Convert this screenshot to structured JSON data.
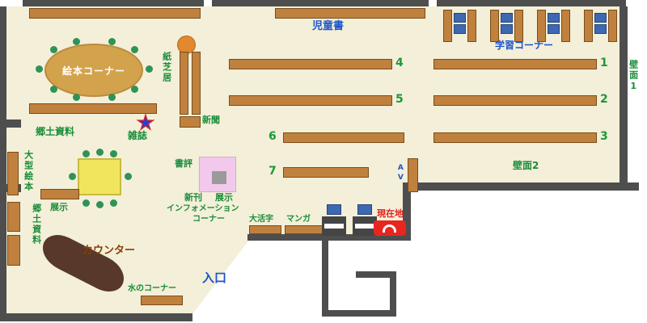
{
  "map": {
    "colors": {
      "floor": "#f3efd8",
      "wall": "#4e4e4e",
      "shelf_brown": "#c0813f",
      "label_green": "#1a8c3a",
      "label_blue": "#1c55cc",
      "label_red": "#e02020",
      "counter_brown": "#58382a",
      "counter_label": "#8a3d00",
      "chair_blue": "#3d68b2",
      "table_yellow": "#f2e55e",
      "display_pink": "#f2c9ec",
      "seat_dot_green": "#2f9355",
      "stool_orange": "#e2882f",
      "marker_red": "#e8251f",
      "star_red": "#dd2222",
      "star_blue": "#2a3fd0"
    },
    "labels": {
      "ehon_corner": "絵本コーナー",
      "kamishibai": "紙芝居",
      "jidosho": "児童書",
      "gakushu_corner": "学習コーナー",
      "hekimen1": "壁面1",
      "hekimen2": "壁面2",
      "shinbun": "新聞",
      "zasshi": "雑誌",
      "kyodo_shiryo": "郷土資料",
      "ogata_ehon": "大型絵本",
      "tenji": "展示",
      "shohyo": "書評",
      "shinkan": "新刊",
      "information": "インフォメーション",
      "information_corner": "コーナー",
      "daikatsuji": "大活字",
      "manga": "マンガ",
      "genzaichi": "現在地",
      "counter": "カウンター",
      "mizu_corner": "水のコーナー",
      "iriguchi": "入口",
      "av": "AV"
    },
    "shelf_numbers": [
      "1",
      "2",
      "3",
      "4",
      "5",
      "6",
      "7"
    ]
  }
}
